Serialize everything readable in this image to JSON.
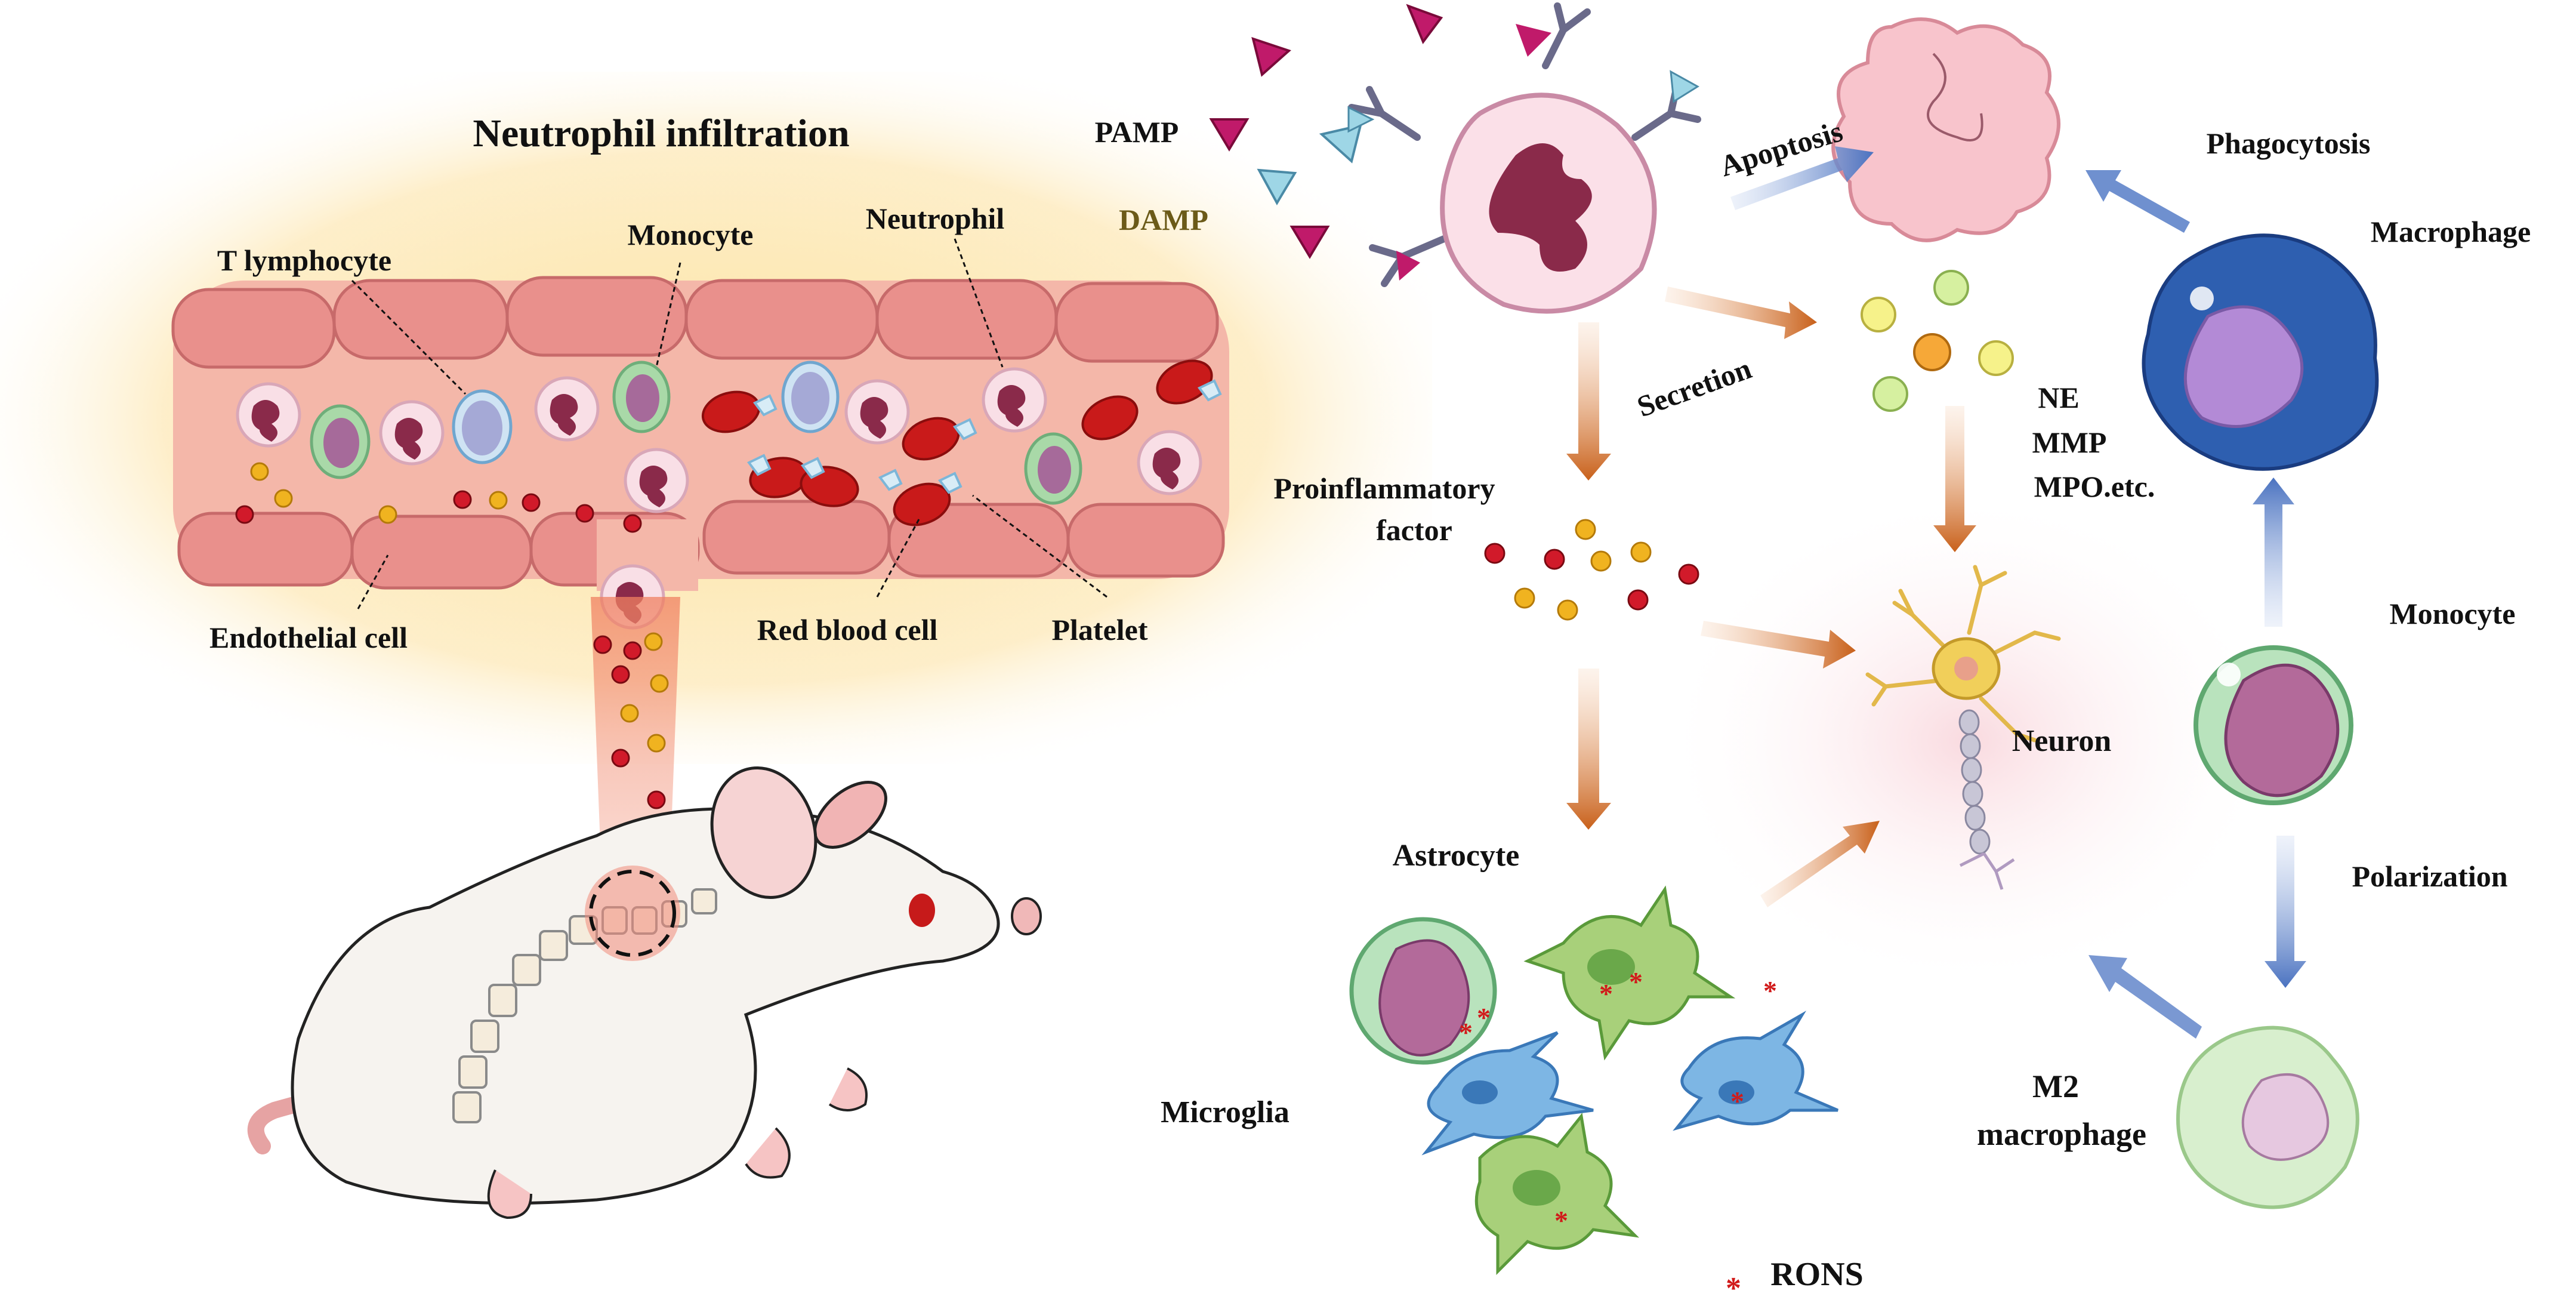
{
  "title": "Neutrophil infiltration",
  "labels": {
    "t_lymphocyte": "T lymphocyte",
    "monocyte_vessel": "Monocyte",
    "neutrophil": "Neutrophil",
    "endothelial_cell": "Endothelial cell",
    "red_blood_cell": "Red blood cell",
    "platelet": "Platelet",
    "pamp": "PAMP",
    "damp": "DAMP",
    "apoptosis": "Apoptosis",
    "phagocytosis": "Phagocytosis",
    "macrophage": "Macrophage",
    "secretion": "Secretion",
    "ne": "NE",
    "mmp": "MMP",
    "mpo": "MPO.etc.",
    "proinflammatory_1": "Proinflammatory",
    "proinflammatory_2": "factor",
    "neuron": "Neuron",
    "monocyte_right": "Monocyte",
    "polarization": "Polarization",
    "astrocyte": "Astrocyte",
    "microglia": "Microglia",
    "m2_1": "M2",
    "m2_2": "macrophage",
    "rons": "RONS",
    "rons_symbol": "*"
  },
  "colors": {
    "glow": "#fde9a8",
    "vessel_wall": "#e9908c",
    "vessel_lumen": "#f4b7a9",
    "neutrophil_body": "#f9dfe6",
    "nucleus": "#8a2a4a",
    "monocyte_body": "#a9d9a8",
    "rbc": "#c91a1a",
    "orange_arrow": "#c8601a",
    "blue_arrow": "#4a72c0",
    "astrocyte": "#8cc45a",
    "microglia": "#6aa8de"
  }
}
